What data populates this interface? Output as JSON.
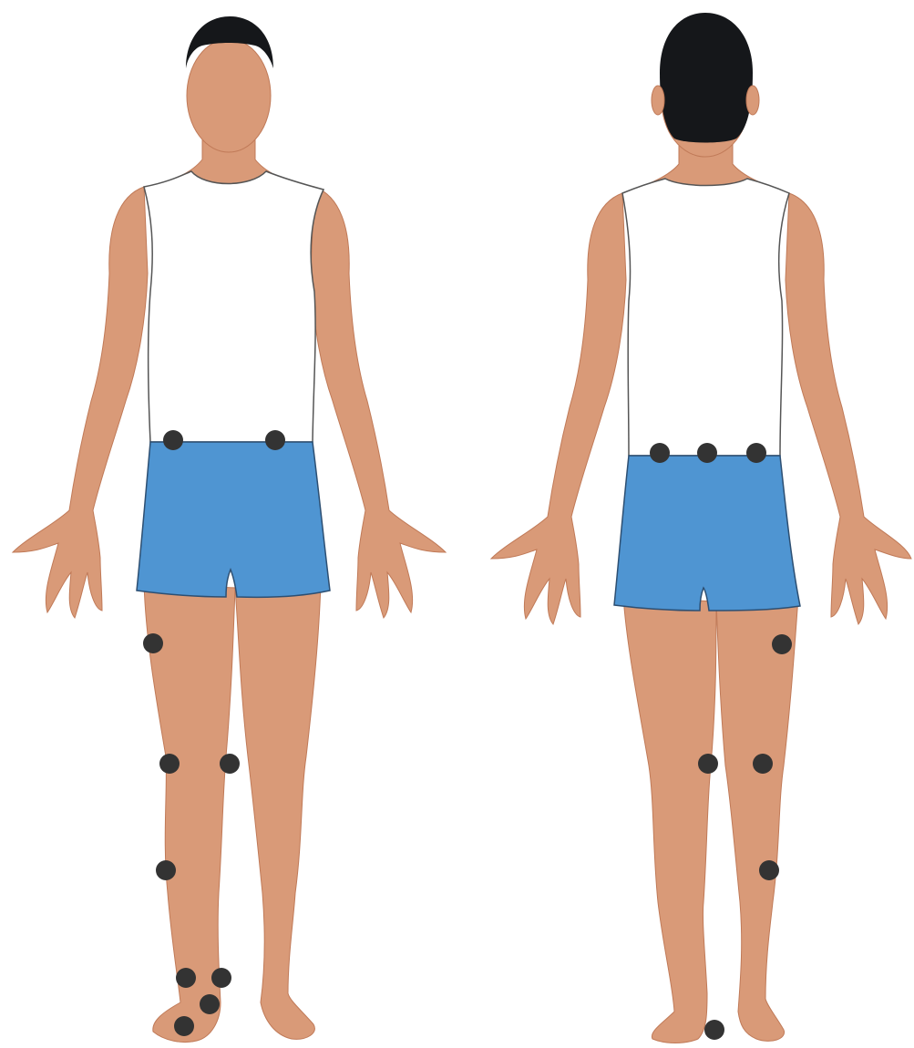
{
  "colors": {
    "skin": "#d99a78",
    "skin_shadow": "#c07a58",
    "hair": "#15171a",
    "shirt": "#ffffff",
    "shirt_outline": "#555555",
    "shorts": "#4f95d2",
    "shorts_outline": "#2d4f72",
    "marker": "#333333"
  },
  "figures": [
    {
      "view": "front",
      "markers": [
        "waist-right",
        "waist-left",
        "thigh-right-outer",
        "knee-right-outer",
        "knee-right-inner",
        "shin-right-outer",
        "ankle-right-outer",
        "ankle-right-inner",
        "foot-right-dorsum",
        "toe-right"
      ]
    },
    {
      "view": "back",
      "markers": [
        "waist-left",
        "waist-center",
        "waist-right",
        "thigh-right-outer",
        "knee-left-inner",
        "knee-right-outer",
        "calf-right-outer",
        "heel-left"
      ]
    }
  ]
}
